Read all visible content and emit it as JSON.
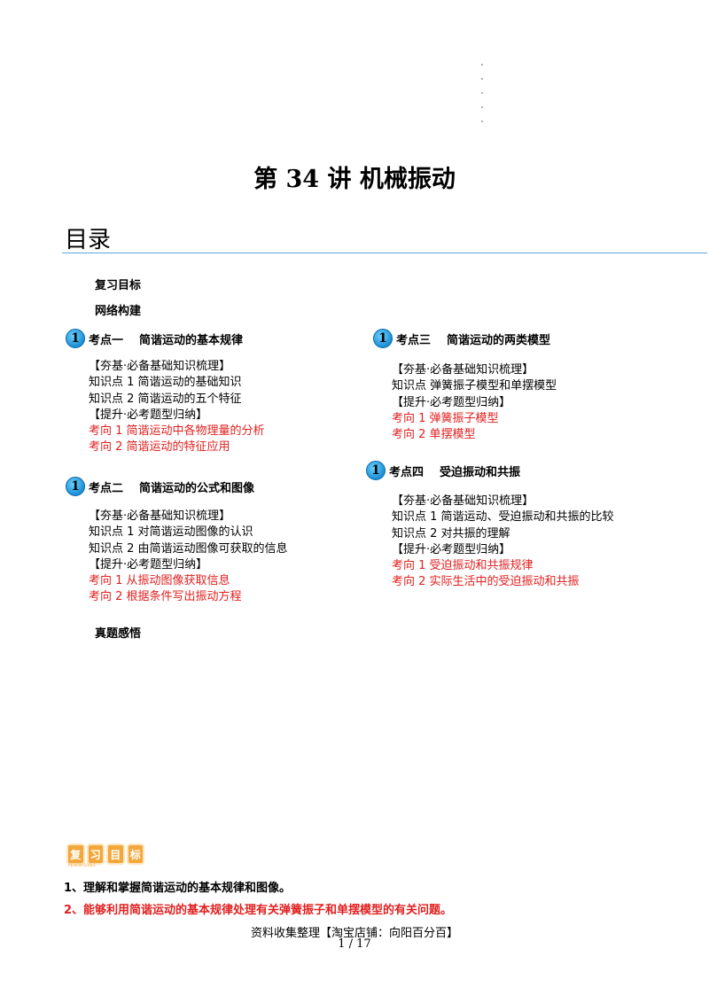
{
  "title": "第 34 讲  机械振动",
  "toc": {
    "heading": "目录",
    "review_goals": "复习目标",
    "network": "网络构建",
    "real_questions": "真题感悟"
  },
  "colors": {
    "accent_blue": "#5ba7d8",
    "red_text": "#e02020",
    "badge_orange": "#f3a73a"
  },
  "kaodian": [
    {
      "icon": "number-one-circle-icon",
      "num": "1",
      "label": "考点一",
      "title": "简谐运动的基本规律",
      "lines": [
        {
          "text": "【夯基·必备基础知识梳理】",
          "red": false
        },
        {
          "text": "知识点 1  简谐运动的基础知识",
          "red": false
        },
        {
          "text": "知识点 2  简谐运动的五个特征",
          "red": false
        },
        {
          "text": "【提升·必考题型归纳】",
          "red": false
        },
        {
          "text": "考向 1  简谐运动中各物理量的分析",
          "red": true
        },
        {
          "text": "考向 2  简谐运动的特征应用",
          "red": true
        }
      ]
    },
    {
      "icon": "number-one-circle-icon",
      "num": "1",
      "label": "考点二",
      "title": "简谐运动的公式和图像",
      "lines": [
        {
          "text": "【夯基·必备基础知识梳理】",
          "red": false
        },
        {
          "text": "知识点 1  对简谐运动图像的认识",
          "red": false
        },
        {
          "text": "知识点 2  由简谐运动图像可获取的信息",
          "red": false
        },
        {
          "text": "【提升·必考题型归纳】",
          "red": false
        },
        {
          "text": "考向 1  从振动图像获取信息",
          "red": true
        },
        {
          "text": "考向 2  根据条件写出振动方程",
          "red": true
        }
      ]
    },
    {
      "icon": "number-one-circle-icon",
      "num": "1",
      "label": "考点三",
      "title": "简谐运动的两类模型",
      "lines": [
        {
          "text": "【夯基·必备基础知识梳理】",
          "red": false
        },
        {
          "text": "知识点  弹簧振子模型和单摆模型",
          "red": false
        },
        {
          "text": "【提升·必考题型归纳】",
          "red": false
        },
        {
          "text": "考向 1  弹簧振子模型",
          "red": true
        },
        {
          "text": "考向 2  单摆模型",
          "red": true
        }
      ]
    },
    {
      "icon": "number-one-circle-icon",
      "num": "1",
      "label": "考点四",
      "title": "受迫振动和共振",
      "lines": [
        {
          "text": "【夯基·必备基础知识梳理】",
          "red": false
        },
        {
          "text": "知识点 1    简谐运动、受迫振动和共振的比较",
          "red": false
        },
        {
          "text": "知识点 2    对共振的理解",
          "red": false
        },
        {
          "text": "【提升·必考题型归纳】",
          "red": false
        },
        {
          "text": "考向 1  受迫振动和共振规律",
          "red": true
        },
        {
          "text": "考向 2  实际生活中的受迫振动和共振",
          "red": true
        }
      ]
    }
  ],
  "badge": {
    "chars": [
      "复",
      "习",
      "目",
      "标"
    ],
    "caption": "REVIEW GOALS"
  },
  "objectives": [
    {
      "text": "1、理解和掌握简谐运动的基本规律和图像。",
      "red": false
    },
    {
      "text": "2、能够利用简谐运动的基本规律处理有关弹簧振子和单摆模型的有关问题。",
      "red": true
    }
  ],
  "footer": {
    "source": "资料收集整理【淘宝店铺：向阳百分百】",
    "page": "1  /  17"
  }
}
